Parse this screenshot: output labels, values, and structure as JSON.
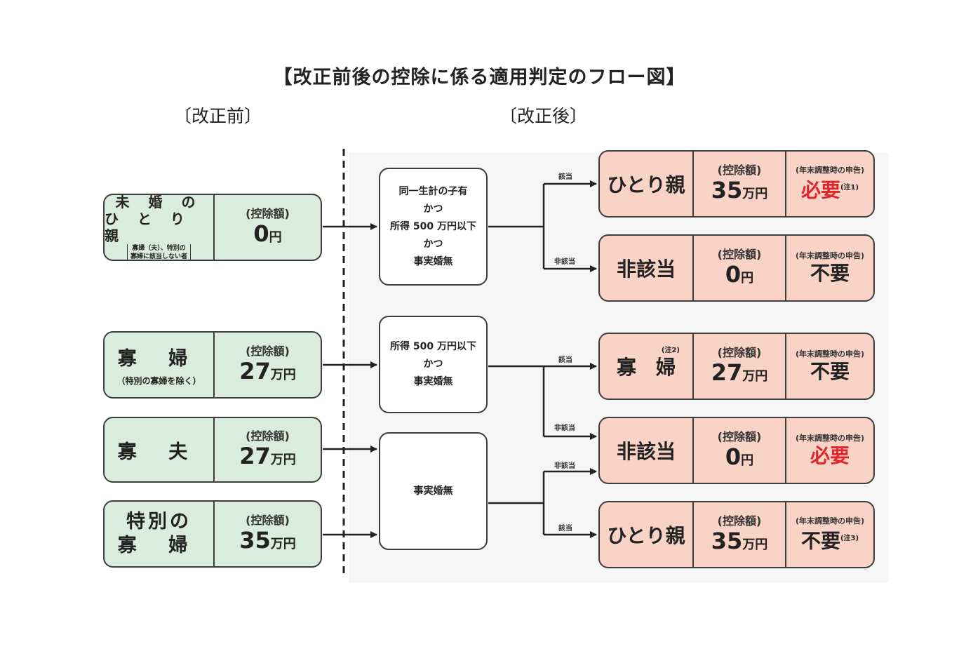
{
  "title": "【改正前後の控除に係る適用判定のフロー図】",
  "headers": {
    "before": "〔改正前〕",
    "after": "〔改正後〕"
  },
  "deduction_label": "(控除額)",
  "report_label": "(年末調整時の申告)",
  "yen": "円",
  "man_yen": "万円",
  "before": [
    {
      "line1": "未 婚 の",
      "line2": "ひ と り 親",
      "sub1": "寡婦（夫）、特別の",
      "sub2": "寡婦に該当しない者",
      "amount": "0"
    },
    {
      "line1": "寡 婦",
      "sub": "（特別の寡婦を除く）",
      "amount": "27"
    },
    {
      "line1": "寡 夫",
      "amount": "27"
    },
    {
      "line1": "特別の",
      "line2": "寡 婦",
      "amount": "35"
    }
  ],
  "conditions": [
    {
      "l1": "同一生計の子有",
      "l2": "かつ",
      "l3": "所得 500 万円以下",
      "l4": "かつ",
      "l5": "事実婚無"
    },
    {
      "l1": "所得 500 万円以下",
      "l2": "かつ",
      "l3": "事実婚無"
    },
    {
      "l1": "事実婚無"
    }
  ],
  "branch_labels": {
    "yes": "該当",
    "no": "非該当"
  },
  "after": [
    {
      "name": "ひとり親",
      "amount": "35",
      "report": "必要",
      "note": "(注1)"
    },
    {
      "name": "非該当",
      "amount": "0",
      "report": "不要",
      "note": ""
    },
    {
      "name": "寡　婦",
      "amount": "27",
      "report": "不要",
      "name_note": "(注2)"
    },
    {
      "name": "非該当",
      "amount": "0",
      "report": "必要",
      "note": ""
    },
    {
      "name": "ひとり親",
      "amount": "35",
      "report": "不要",
      "note": "(注3)"
    }
  ],
  "colors": {
    "before_fill": "#d9ecdd",
    "after_fill": "#f8d3c6",
    "required": "#e0262d"
  }
}
